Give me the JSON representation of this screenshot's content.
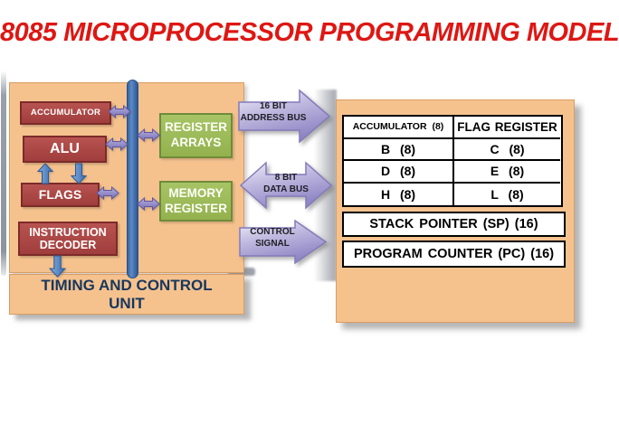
{
  "title": "8085 MICROPROCESSOR PROGRAMMING MODEL",
  "cpu": {
    "accumulator": "ACCUMULATOR",
    "alu": "ALU",
    "flags": "FLAGS",
    "instruction_decoder": "INSTRUCTION DECODER",
    "register_arrays": "REGISTER ARRAYS",
    "memory_register": "MEMORY REGISTER",
    "timing_unit": "TIMING AND CONTROL UNIT"
  },
  "buses": {
    "address": {
      "line1": "16 BIT",
      "line2": "ADDRESS BUS"
    },
    "data": {
      "line1": "8 BIT",
      "line2": "DATA BUS"
    },
    "control": {
      "line1": "CONTROL",
      "line2": "SIGNAL"
    }
  },
  "register_table": {
    "rows": [
      {
        "left": "ACCUMULATOR (8)",
        "right": "FLAG REGISTER"
      },
      {
        "left": "B (8)",
        "right": "C (8)"
      },
      {
        "left": "D (8)",
        "right": "E (8)"
      },
      {
        "left": "H (8)",
        "right": "L (8)"
      }
    ],
    "stack_pointer": "STACK POINTER (SP) (16)",
    "program_counter": "PROGRAM COUNTER (PC) (16)"
  },
  "colors": {
    "title_red": "#DE1713",
    "panel_orange": "#F5C28E",
    "register_red": "#AC4846",
    "box_green": "#9DBC59",
    "bus_bar_blue": "#3E6FB0",
    "arrow_lavender": "#C0BAE0",
    "timing_text_navy": "#17375D"
  }
}
